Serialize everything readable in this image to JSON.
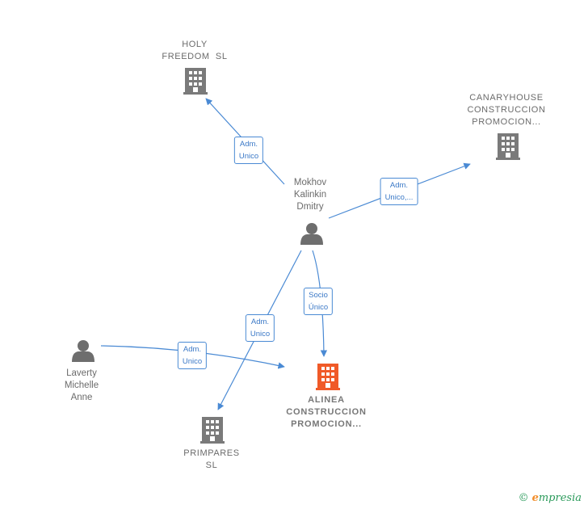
{
  "colors": {
    "edge": "#4a8ad4",
    "company_icon": "#7a7a7a",
    "main_company_icon": "#f05a28",
    "person_icon": "#6e6e6e"
  },
  "nodes": {
    "holy": {
      "lines": [
        "HOLY",
        "FREEDOM  SL"
      ],
      "icon": "building-icon"
    },
    "canary": {
      "lines": [
        "CANARYHOUSE",
        "CONSTRUCCION",
        "PROMOCION..."
      ],
      "icon": "building-icon"
    },
    "mokhov": {
      "lines": [
        "Mokhov",
        "Kalinkin",
        "Dmitry"
      ],
      "icon": "person-icon"
    },
    "laverty": {
      "lines": [
        "Laverty",
        "Michelle",
        "Anne"
      ],
      "icon": "person-icon"
    },
    "alinea": {
      "lines": [
        "ALINEA",
        "CONSTRUCCION",
        "PROMOCION..."
      ],
      "icon": "building-icon"
    },
    "primpares": {
      "lines": [
        "PRIMPARES",
        "SL"
      ],
      "icon": "building-icon"
    }
  },
  "edges": {
    "e1": [
      "Adm.",
      "Unico"
    ],
    "e2": [
      "Adm.",
      "Unico,..."
    ],
    "e3": [
      "Socio",
      "Único"
    ],
    "e4": [
      "Adm.",
      "Unico"
    ],
    "e5": [
      "Adm.",
      "Unico"
    ]
  },
  "footer": {
    "copyright": "©",
    "brand_initial": "e",
    "brand_rest": "mpresia"
  }
}
